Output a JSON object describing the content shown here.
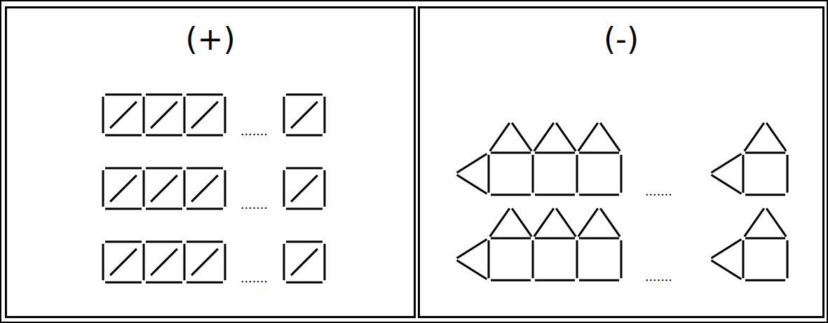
{
  "diagram": {
    "nodes": [
      {
        "text": [
          "(+)"
        ]
      },
      {
        "text": [
          "(-)"
        ]
      }
    ],
    "labels": [
      ".......",
      ".......",
      ".......",
      ".......",
      "......."
    ]
  }
}
